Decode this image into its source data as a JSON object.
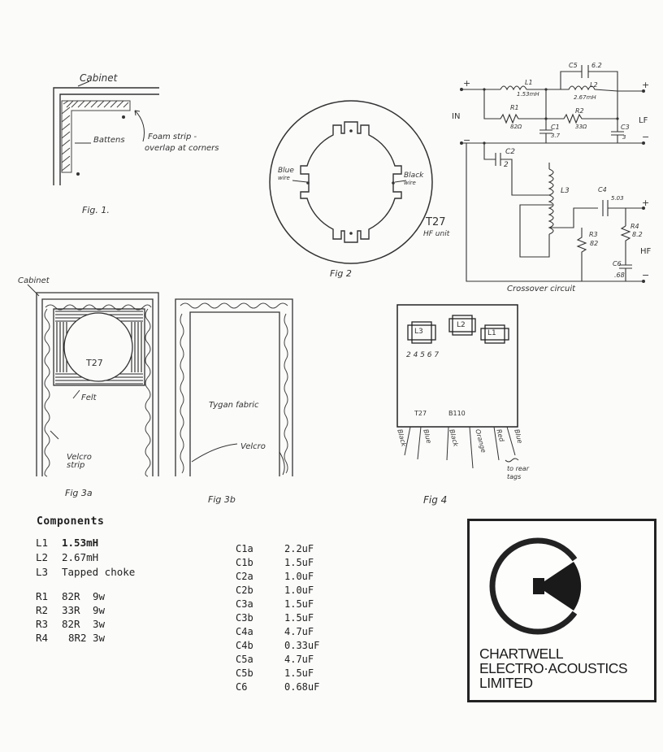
{
  "fig1": {
    "caption": "Fig. 1.",
    "cabinet": "Cabinet",
    "battens": "Battens",
    "foam_line1": "Foam strip -",
    "foam_line2": "overlap at corners"
  },
  "fig2": {
    "caption": "Fig 2",
    "blue_wire_1": "Blue",
    "blue_wire_2": "wire",
    "black_wire_1": "Black",
    "black_wire_2": "wire",
    "unit_name": "T27",
    "unit_desc": "HF unit"
  },
  "crossover": {
    "caption": "Crossover circuit",
    "in_label": "IN",
    "lf_label": "LF",
    "hf_label": "HF",
    "l1": "L1",
    "l1_val": "1.53mH",
    "l2": "L2",
    "l2_val": "2.67mH",
    "r1": "R1",
    "r1_val": "82Ω",
    "r2": "R2",
    "r2_val": "33Ω",
    "c1": "C1",
    "c1_val": "3.7",
    "c2": "C2",
    "c2_val": "2",
    "c3": "C3",
    "c3_val": "3",
    "c4": "C4",
    "c4_val": "5.03",
    "c5": "C5",
    "c5_val": "6.2",
    "c6": "C6",
    "c6_val": ".68",
    "l3": "L3",
    "r3": "R3",
    "r3_val": "82",
    "r4": "R4",
    "r4_val": "8.2",
    "plus": "+",
    "minus": "−"
  },
  "fig3a": {
    "caption": "Fig 3a",
    "cabinet": "Cabinet",
    "unit": "T27",
    "felt": "Felt",
    "velcro_1": "Velcro",
    "velcro_2": "strip"
  },
  "fig3b": {
    "caption": "Fig 3b",
    "fabric": "Tygan fabric",
    "velcro": "Velcro"
  },
  "fig4": {
    "caption": "Fig 4",
    "coil_labels": [
      "L3",
      "L2",
      "L1"
    ],
    "taps": "2 4 5 6 7",
    "t27": "T27",
    "b110": "B110",
    "wires": [
      "Black",
      "Blue",
      "Black",
      "Orange",
      "Red",
      "Blue"
    ],
    "to_rear_1": "to rear",
    "to_rear_2": "tags"
  },
  "components": {
    "title": "Components",
    "inductors": [
      {
        "ref": "L1",
        "value": "1.53mH"
      },
      {
        "ref": "L2",
        "value": "2.67mH"
      },
      {
        "ref": "L3",
        "value": "Tapped choke"
      }
    ],
    "resistors": [
      {
        "ref": "R1",
        "value": "82R",
        "power": "9w"
      },
      {
        "ref": "R2",
        "value": "33R",
        "power": "9w"
      },
      {
        "ref": "R3",
        "value": "82R",
        "power": "3w"
      },
      {
        "ref": "R4",
        "value": "8R2",
        "power": "3w"
      }
    ],
    "capacitors": [
      {
        "ref": "C1a",
        "value": "2.2uF"
      },
      {
        "ref": "C1b",
        "value": "1.5uF"
      },
      {
        "ref": "C2a",
        "value": "1.0uF"
      },
      {
        "ref": "C2b",
        "value": "1.0uF"
      },
      {
        "ref": "C3a",
        "value": "1.5uF"
      },
      {
        "ref": "C3b",
        "value": "1.5uF"
      },
      {
        "ref": "C4a",
        "value": "4.7uF"
      },
      {
        "ref": "C4b",
        "value": "0.33uF"
      },
      {
        "ref": "C5a",
        "value": "4.7uF"
      },
      {
        "ref": "C5b",
        "value": "1.5uF"
      },
      {
        "ref": "C6",
        "value": "0.68uF"
      }
    ]
  },
  "logo": {
    "line1": "CHARTWELL",
    "line2": "ELECTRO·ACOUSTICS",
    "line3": "LIMITED"
  }
}
